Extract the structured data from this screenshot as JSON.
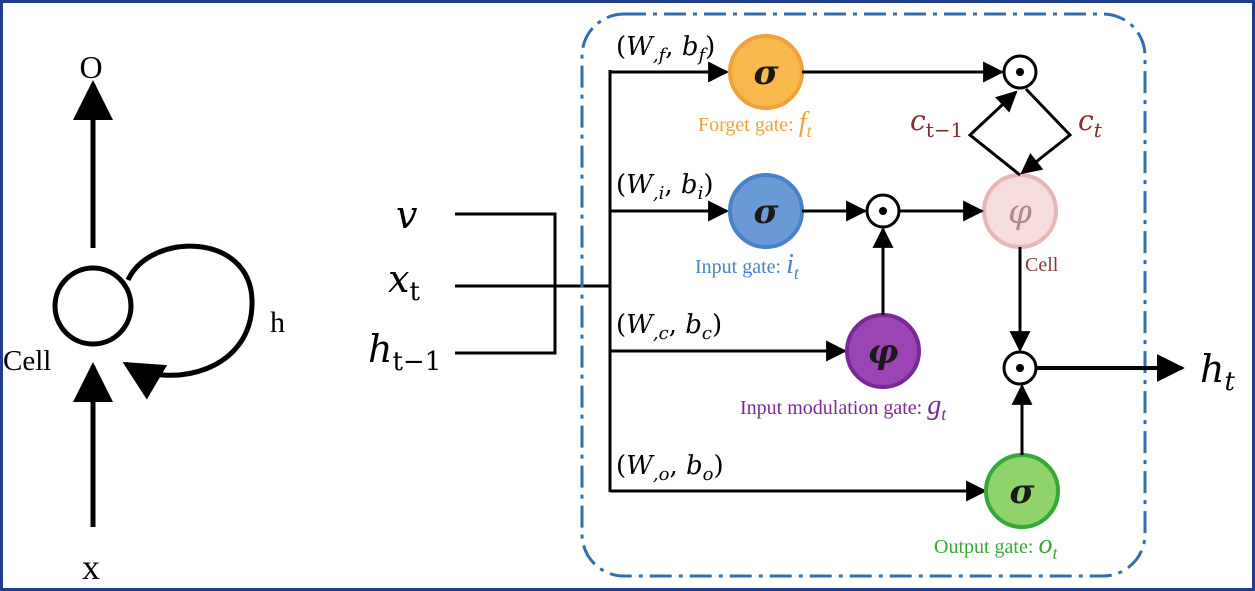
{
  "colors": {
    "frame": "#1f3d8a",
    "dashed_box": "#2e6fad",
    "forget": "#f0a13a",
    "forget_fill": "#f7b84c",
    "input": "#4a82c9",
    "input_fill": "#6b9bd6",
    "modulation": "#7a2a96",
    "modulation_fill": "#9b45b5",
    "cell_ring": "#e7b6b6",
    "cell_fill": "#f6dcdc",
    "cell_text": "#8a3a3a",
    "output": "#35a83a",
    "output_fill": "#8fd36a"
  },
  "left": {
    "output_label": "O",
    "input_label": "x",
    "cell_label": "Cell",
    "recurrent_label": "h"
  },
  "inputs": {
    "v": "v",
    "x_main": "x",
    "x_sub": "t",
    "h_main": "h",
    "h_sub": "t−1"
  },
  "weights": {
    "forget": {
      "W": "W",
      "Wsub": ",f",
      "b": "b",
      "bsub": "f"
    },
    "input": {
      "W": "W",
      "Wsub": ",i",
      "b": "b",
      "bsub": "i"
    },
    "modulation": {
      "W": "W",
      "Wsub": ",c",
      "b": "b",
      "bsub": "c"
    },
    "output": {
      "W": "W",
      "Wsub": ",o",
      "b": "b",
      "bsub": "o"
    }
  },
  "gates": {
    "forget": {
      "symbol": "σ",
      "label": "Forget gate: ",
      "var": "f",
      "sub": "t"
    },
    "input": {
      "symbol": "σ",
      "label": "Input gate: ",
      "var": "i",
      "sub": "t"
    },
    "modulation": {
      "symbol": "φ",
      "label": "Input modulation gate: ",
      "var": "g",
      "sub": "t"
    },
    "output": {
      "symbol": "σ",
      "label": "Output gate: ",
      "var": "o",
      "sub": "t"
    },
    "cell": {
      "symbol": "φ",
      "label": "Cell"
    }
  },
  "state": {
    "c_prev_main": "c",
    "c_prev_sub": "t−1",
    "c_main": "c",
    "c_sub": "t"
  },
  "output": {
    "main": "h",
    "sub": "t"
  },
  "multiply_symbol": "⊙"
}
